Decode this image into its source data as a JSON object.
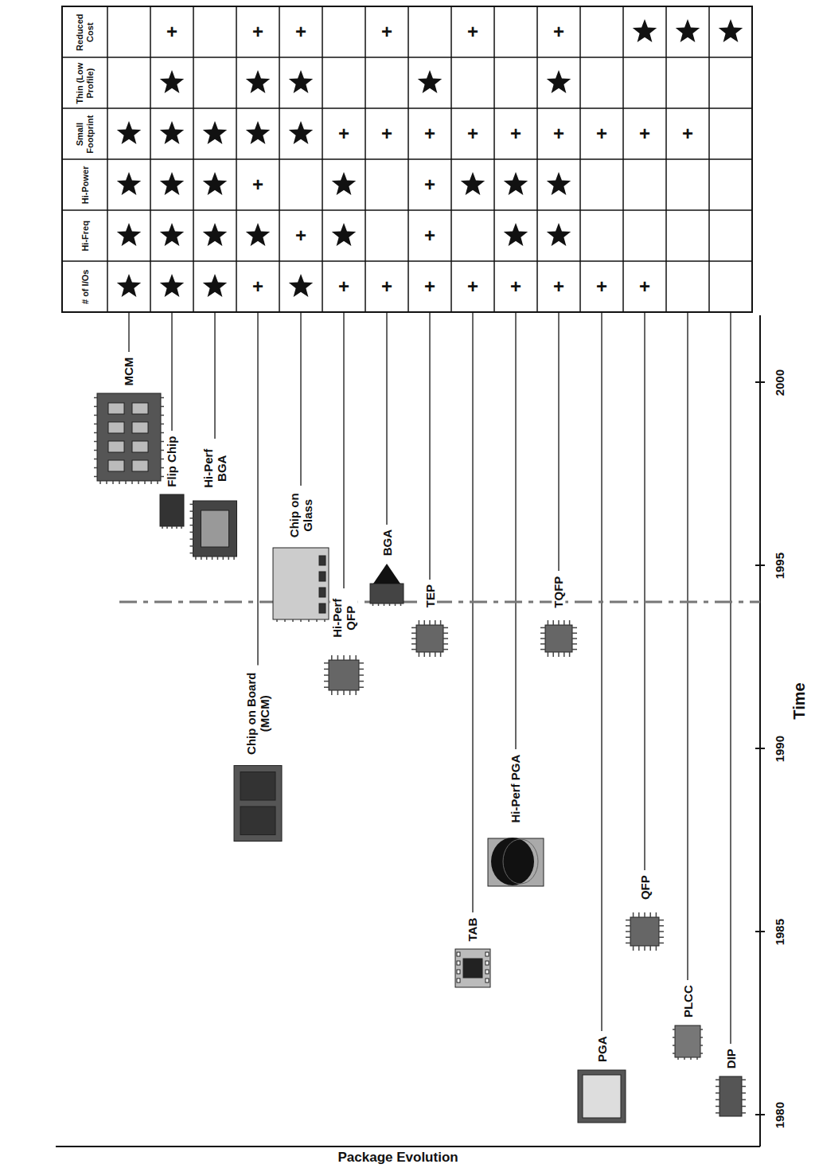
{
  "diagram": {
    "labels": [
      "# of I/Os",
      "Hi-Freq",
      "Hi-Power",
      "Small Footprint",
      "Thin (Low Profile)",
      "Reduced Cost",
      "MCM",
      "Flip Chip",
      "Hi-Perf BGA",
      "Chip on Board (MCM)",
      "Chip on Glass",
      "Hi-Perf QFP",
      "BGA",
      "TEP",
      "TAB",
      "Hi-Perf PGA",
      "TQFP",
      "PGA",
      "QFP",
      "PLCC",
      "DIP",
      "1980",
      "1985",
      "1990",
      "1995",
      "2000",
      "Time",
      "Package Evolution",
      "+",
      "+",
      "+",
      "+",
      "+",
      "+",
      "+",
      "+",
      "+",
      "+",
      "+",
      "+",
      "+",
      "+",
      "+",
      "+",
      "+",
      "+",
      "+",
      "+",
      "+",
      "+",
      "+",
      "+",
      "+",
      "+",
      "+",
      "+"
    ]
  }
}
